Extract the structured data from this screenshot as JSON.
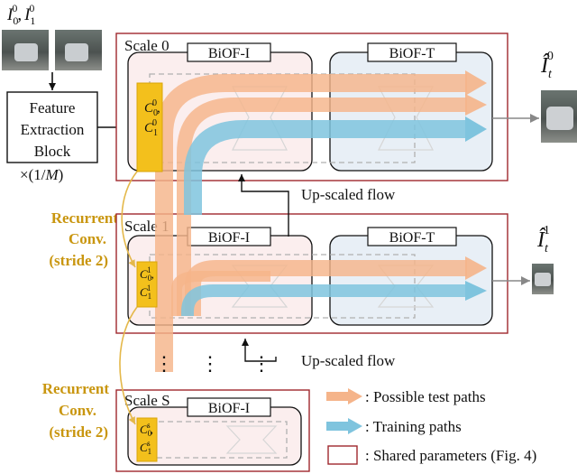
{
  "inputs": {
    "label_base": "I",
    "label_sub_a": "0",
    "label_sub_b": "1",
    "label_sup": "0",
    "label_sep": ","
  },
  "feature_block": {
    "line1": "Feature",
    "line2": "Extraction",
    "line3": "Block",
    "scale_note": "×(1/",
    "scale_var": "M",
    "scale_close": ")"
  },
  "recurrent_label": {
    "line1": "Recurrent",
    "line2": "Conv.",
    "line3": "(stride 2)"
  },
  "scales": [
    {
      "label": "Scale 0",
      "bioi": "BiOF-I",
      "biot": "BiOF-T"
    },
    {
      "label": "Scale 1",
      "bioi": "BiOF-I",
      "biot": "BiOF-T"
    },
    {
      "label": "Scale S",
      "bioi": "BiOF-I"
    }
  ],
  "cost_labels": {
    "c_base": "C",
    "sub0": "0",
    "sub1": "1",
    "sup_scale0": "0",
    "sup_scale1": "1",
    "sup_scaleS": "s",
    "comma": ","
  },
  "upscaled_flow_label": "Up-scaled flow",
  "outputs": [
    {
      "base": "Î",
      "sub": "t",
      "sup": "0"
    },
    {
      "base": "Î",
      "sub": "t",
      "sup": "1"
    }
  ],
  "ellipsis": "⋮",
  "legend": {
    "test": ": Possible test paths",
    "train": ": Training paths",
    "shared": ": Shared parameters (Fig. 4)"
  },
  "colors": {
    "frame": "#a0282d",
    "test_path": "#f5b48a",
    "train_path": "#7fc4de",
    "cost_fill": "#f3c01c",
    "recurrent_text": "#c9960f"
  }
}
